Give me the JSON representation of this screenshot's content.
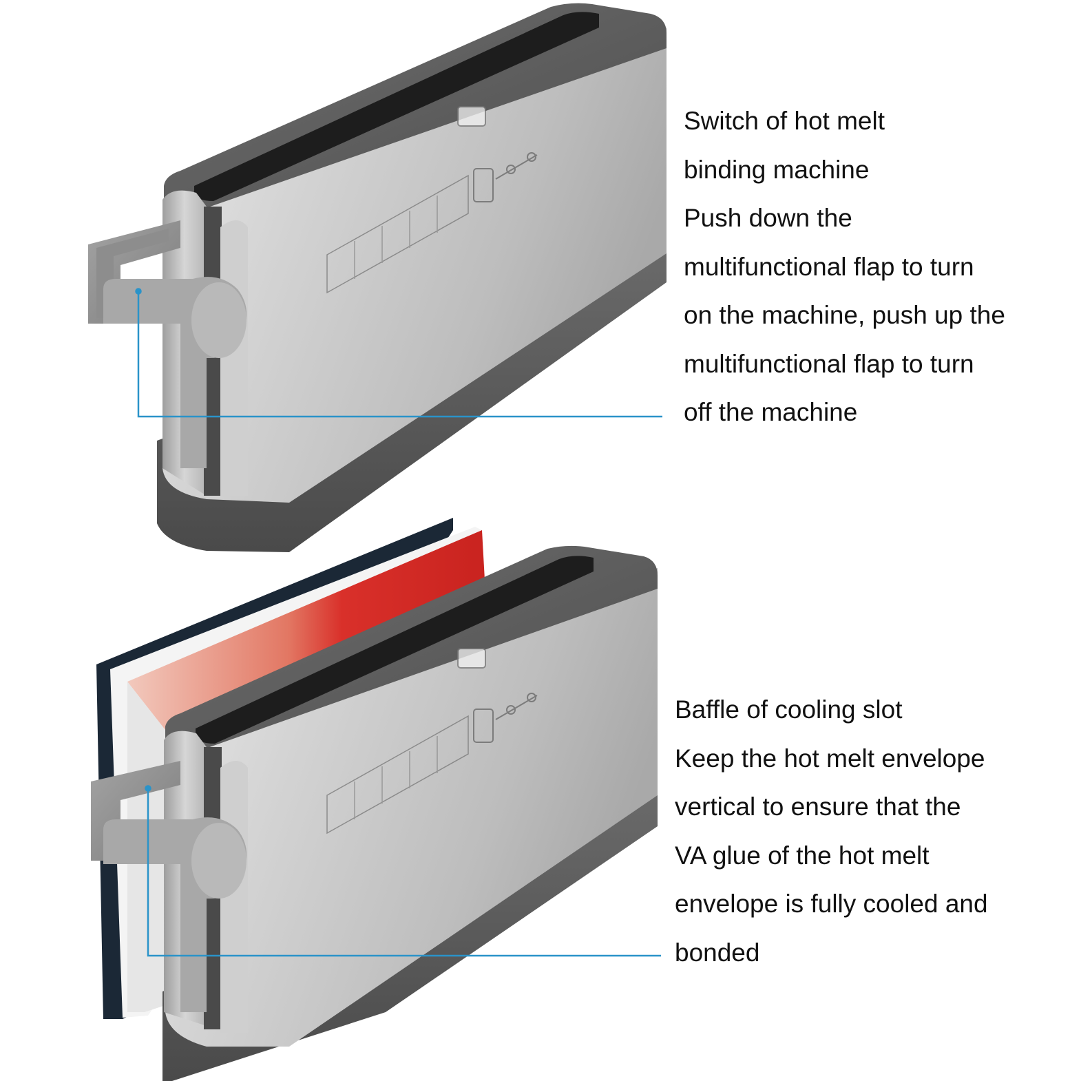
{
  "callouts": [
    {
      "lines": [
        "Switch of hot melt",
        "binding machine",
        "Push down the",
        "multifunctional flap to turn",
        "on the machine, push up the",
        "multifunctional flap to turn",
        "off the machine"
      ],
      "leader_color": "#2a93c9"
    },
    {
      "lines": [
        "Baffle of cooling slot",
        "Keep the hot melt envelope",
        "vertical to ensure that the",
        "VA glue of the hot melt",
        "envelope is fully cooled and",
        "bonded"
      ],
      "leader_color": "#2a93c9"
    }
  ],
  "colors": {
    "body_silver": "#c9c9c9",
    "frame_dark": "#5c5c5c",
    "slot_black": "#1d1d1d",
    "book_red": "#d9302a",
    "book_cover": "#1b2836",
    "background": "#ffffff"
  }
}
